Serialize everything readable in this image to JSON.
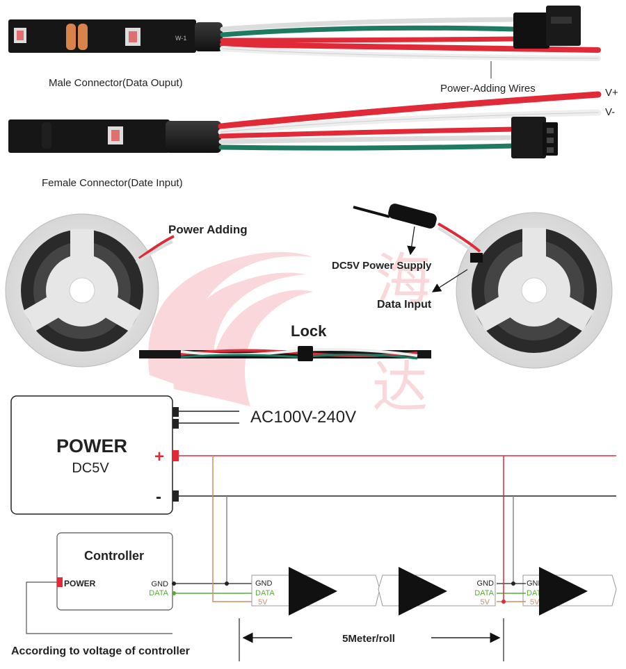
{
  "connectors": {
    "male_label": "Male Connector(Data Ouput)",
    "female_label": "Female Connector(Date Input)",
    "power_adding_wires": "Power-Adding Wires",
    "vplus": "V+",
    "vminus": "V-",
    "strip_print": "W-1"
  },
  "reels": {
    "power_adding": "Power Adding",
    "dc5v_supply": "DC5V Power Supply",
    "data_input": "Data Input",
    "lock": "Lock"
  },
  "watermark": {
    "glyph_top": "海",
    "glyph_bottom": "达"
  },
  "wiring": {
    "ac_input": "AC100V-240V",
    "power_title": "POWER",
    "power_sub": "DC5V",
    "plus": "+",
    "minus": "-",
    "controller_title": "Controller",
    "controller_power": "POWER",
    "pins": {
      "gnd": "GND",
      "data": "DATA",
      "v5": "5V"
    },
    "length": "5Meter/roll",
    "note": "According to voltage of controller"
  },
  "colors": {
    "red_wire": "#e02a38",
    "green_wire": "#5aa83c",
    "orange_wire": "#d98a60",
    "black_wire": "#222222",
    "strip": "#161616"
  }
}
